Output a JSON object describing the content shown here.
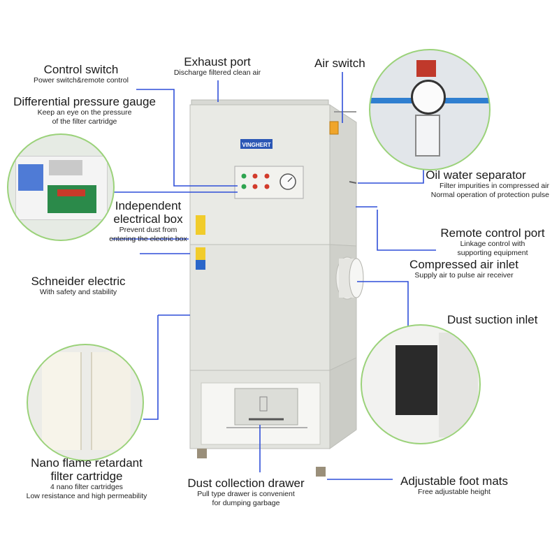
{
  "colors": {
    "leader": "#2f4fd8",
    "circle_border": "#9bd27a",
    "cabinet": "#e7e8e3",
    "red_button": "#d23b2b",
    "green_button": "#2ea44f"
  },
  "brand_logo_text": "VINGHERT",
  "labels": {
    "exhaust_port": {
      "title": "Exhaust port",
      "sub": [
        "Discharge filtered clean air"
      ]
    },
    "air_switch": {
      "title": "Air switch",
      "sub": []
    },
    "control_switch": {
      "title": "Control switch",
      "sub": [
        "Power switch&remote control"
      ]
    },
    "differential_gauge": {
      "title": "Differential pressure gauge",
      "sub": [
        "Keep an eye on the pressure",
        "of the filter cartridge"
      ]
    },
    "oil_water_separator": {
      "title": "Oil water separator",
      "sub": [
        "Filter impurities in compressed air",
        "Normal operation of protection pulse"
      ]
    },
    "electrical_box": {
      "title": [
        "Independent",
        "electrical box"
      ],
      "sub": [
        "Prevent dust from",
        "entering the electric box"
      ]
    },
    "remote_control_port": {
      "title": "Remote control port",
      "sub": [
        "Linkage control with",
        "supporting equipment"
      ]
    },
    "schneider": {
      "title": "Schneider electric",
      "sub": [
        "With safety and stability"
      ]
    },
    "compressed_air_inlet": {
      "title": "Compressed air inlet",
      "sub": [
        "Supply air to pulse air receiver"
      ]
    },
    "dust_suction_inlet": {
      "title": "Dust suction inlet",
      "sub": []
    },
    "filter_cartridge": {
      "title": [
        "Nano flame retardant",
        "filter cartridge"
      ],
      "sub": [
        "4 nano filter cartridges",
        "Low resistance and high permeability"
      ]
    },
    "dust_drawer": {
      "title": "Dust collection drawer",
      "sub": [
        "Pull type drawer is convenient",
        "for dumping garbage"
      ]
    },
    "foot_mats": {
      "title": "Adjustable foot mats",
      "sub": [
        "Free adjustable height"
      ]
    }
  }
}
